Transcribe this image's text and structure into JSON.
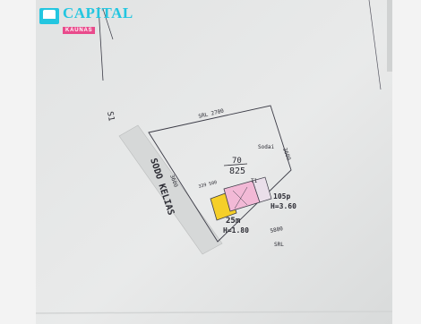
{
  "logo": {
    "title": "CAPITAL",
    "subtitle": "KAUNAS"
  },
  "plan": {
    "top_boundary": "SRL 2700",
    "right_boundary": "3600",
    "left_boundary": "3600",
    "lot_number": "70",
    "lot_area": "825",
    "garden_note": "Sodai",
    "road_name": "SODO KELIAS",
    "house_code": "T1",
    "house_area": "105p",
    "house_height": "H=3.60",
    "annex_area": "25m",
    "annex_height": "H=1.80",
    "house_dims": "339 500",
    "bottom_boundary": "5800",
    "bottom_note": "SRL",
    "edge_mark": "S1",
    "building_colors": {
      "house": "#f2b9d6",
      "annex": "#f5cf29"
    }
  }
}
